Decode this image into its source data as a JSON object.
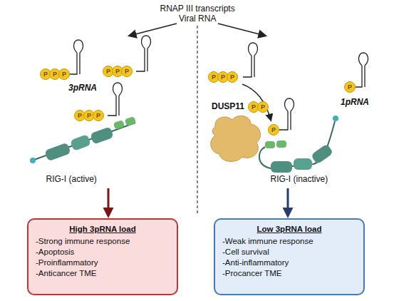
{
  "diagram": {
    "nodes": [
      {
        "text": [
          "High 3pRNA load",
          "-Strong immune response",
          "-Apoptosis",
          "-Proinflammatory",
          "-Anticancer TME"
        ]
      },
      {
        "text": [
          "Low 3pRNA load",
          "-Weak immune response",
          "-Cell survival",
          "-Anti-inflammatory",
          "-Procancer TME"
        ]
      }
    ],
    "labels": [
      "RNAP III transcripts",
      "Viral RNA",
      "P",
      "P",
      "P",
      "3pRNA",
      "P",
      "P",
      "P",
      "P",
      "P",
      "P",
      "RIG-I (active)",
      "P",
      "P",
      "P",
      "DUSP11",
      "P",
      "P",
      "P",
      "1pRNA",
      "P",
      "RIG-I (inactive)"
    ]
  }
}
